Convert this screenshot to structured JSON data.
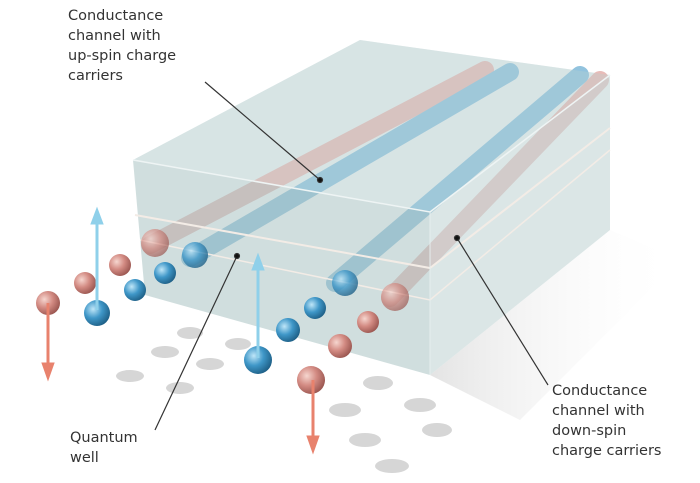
{
  "labels": {
    "up_spin": "Conductance\nchannel with\nup-spin charge\ncarriers",
    "quantum_well": "Quantum\nwell",
    "down_spin": "Conductance\nchannel with\ndown-spin\ncharge carriers"
  },
  "colors": {
    "up_spin": "#4a9cc9",
    "down_spin": "#d98e86",
    "up_arrow": "#8fd0ea",
    "down_arrow": "#e8826d",
    "slab": "#b9cfd0"
  }
}
